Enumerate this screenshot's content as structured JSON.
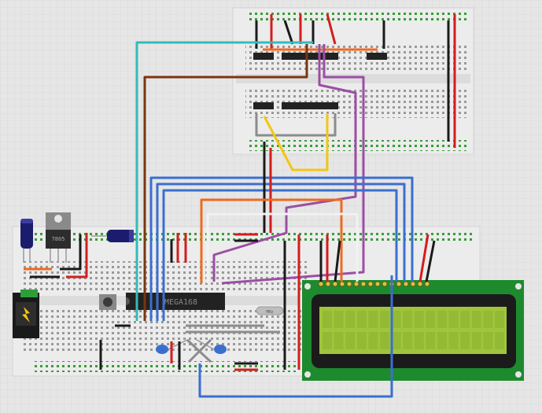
{
  "canvas": {
    "background": "#e6e6e6",
    "grid_color": "#d0d0d0"
  },
  "breadboard": {
    "body": "#ececec",
    "edge": "#d6d6d6",
    "hole": "#9a9a9a",
    "rail_hole": "#3a9d3a",
    "rail_red": "#d33",
    "rail_blue": "#36c"
  },
  "chip": {
    "label": "MEGA168",
    "color": "#222222",
    "text_color": "#888888"
  },
  "crystal": {
    "label": "MHz",
    "color": "#bdbdbd"
  },
  "regulator": {
    "label": "7805",
    "color": "#333333"
  },
  "lcd": {
    "pcb_color": "#1e8a2e",
    "bezel_color": "#1b1b1b",
    "screen_color": "#9fc63b",
    "pin_count": 16
  },
  "wire_colors": {
    "cyan": "#33bbbb",
    "brown": "#7a3511",
    "purple": "#9b4ea4",
    "blue": "#3a6fd0",
    "orange": "#ef6a1f",
    "white": "#f2f2f2",
    "gray": "#8c8c8c",
    "yellow": "#f3c614",
    "black": "#1a1a1a",
    "red": "#d21e1e",
    "green": "#2e9e3a"
  }
}
